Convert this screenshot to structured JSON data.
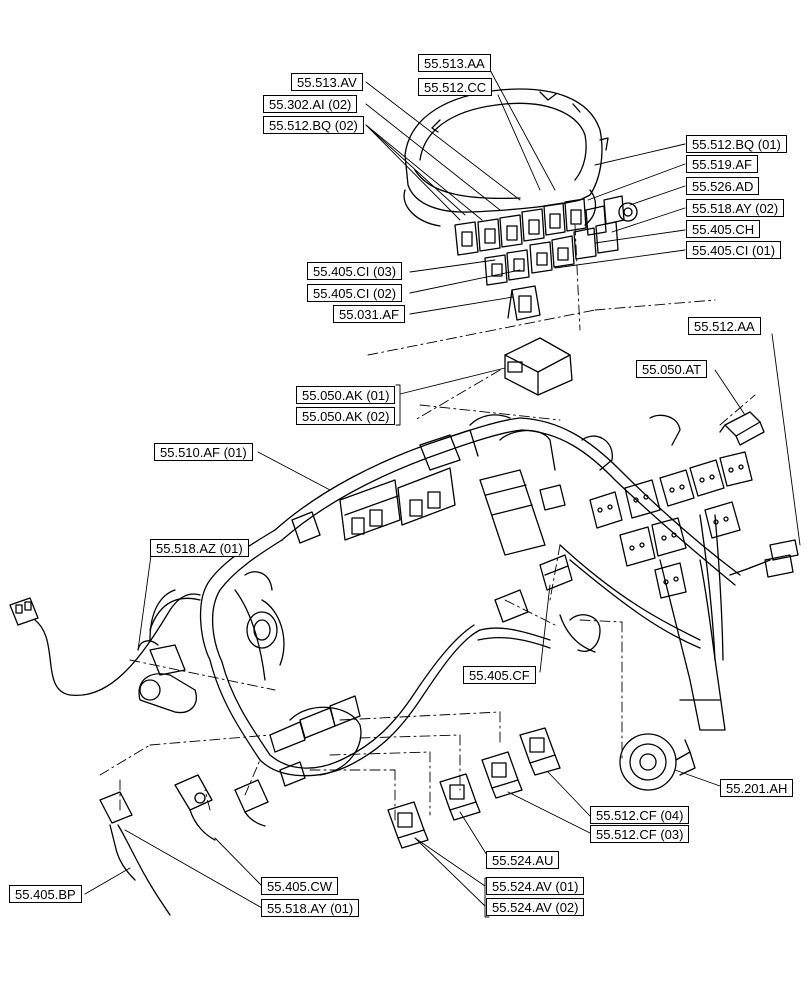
{
  "callouts": [
    {
      "id": "c-55-513-aa",
      "text": "55.513.AA"
    },
    {
      "id": "c-55-512-cc",
      "text": "55.512.CC"
    },
    {
      "id": "c-55-513-av",
      "text": "55.513.AV"
    },
    {
      "id": "c-55-302-ai-02",
      "text": "55.302.AI (02)"
    },
    {
      "id": "c-55-512-bq-02",
      "text": "55.512.BQ (02)"
    },
    {
      "id": "c-55-512-bq-01",
      "text": "55.512.BQ (01)"
    },
    {
      "id": "c-55-519-af",
      "text": "55.519.AF"
    },
    {
      "id": "c-55-526-ad",
      "text": "55.526.AD"
    },
    {
      "id": "c-55-518-ay-02",
      "text": "55.518.AY (02)"
    },
    {
      "id": "c-55-405-ch",
      "text": "55.405.CH"
    },
    {
      "id": "c-55-405-ci-01",
      "text": "55.405.CI (01)"
    },
    {
      "id": "c-55-405-ci-03",
      "text": "55.405.CI (03)"
    },
    {
      "id": "c-55-405-ci-02",
      "text": "55.405.CI (02)"
    },
    {
      "id": "c-55-031-af",
      "text": "55.031.AF"
    },
    {
      "id": "c-55-512-aa",
      "text": "55.512.AA"
    },
    {
      "id": "c-55-050-at",
      "text": "55.050.AT"
    },
    {
      "id": "c-55-050-ak-01",
      "text": "55.050.AK (01)"
    },
    {
      "id": "c-55-050-ak-02",
      "text": "55.050.AK (02)"
    },
    {
      "id": "c-55-510-af-01",
      "text": "55.510.AF (01)"
    },
    {
      "id": "c-55-518-az-01",
      "text": "55.518.AZ (01)"
    },
    {
      "id": "c-55-405-cf",
      "text": "55.405.CF"
    },
    {
      "id": "c-55-201-ah",
      "text": "55.201.AH"
    },
    {
      "id": "c-55-512-cf-04",
      "text": "55.512.CF (04)"
    },
    {
      "id": "c-55-512-cf-03",
      "text": "55.512.CF (03)"
    },
    {
      "id": "c-55-524-au",
      "text": "55.524.AU"
    },
    {
      "id": "c-55-524-av-01",
      "text": "55.524.AV (01)"
    },
    {
      "id": "c-55-524-av-02",
      "text": "55.524.AV (02)"
    },
    {
      "id": "c-55-405-cw",
      "text": "55.405.CW"
    },
    {
      "id": "c-55-405-bp",
      "text": "55.405.BP"
    },
    {
      "id": "c-55-518-ay-01",
      "text": "55.518.AY (01)"
    }
  ]
}
